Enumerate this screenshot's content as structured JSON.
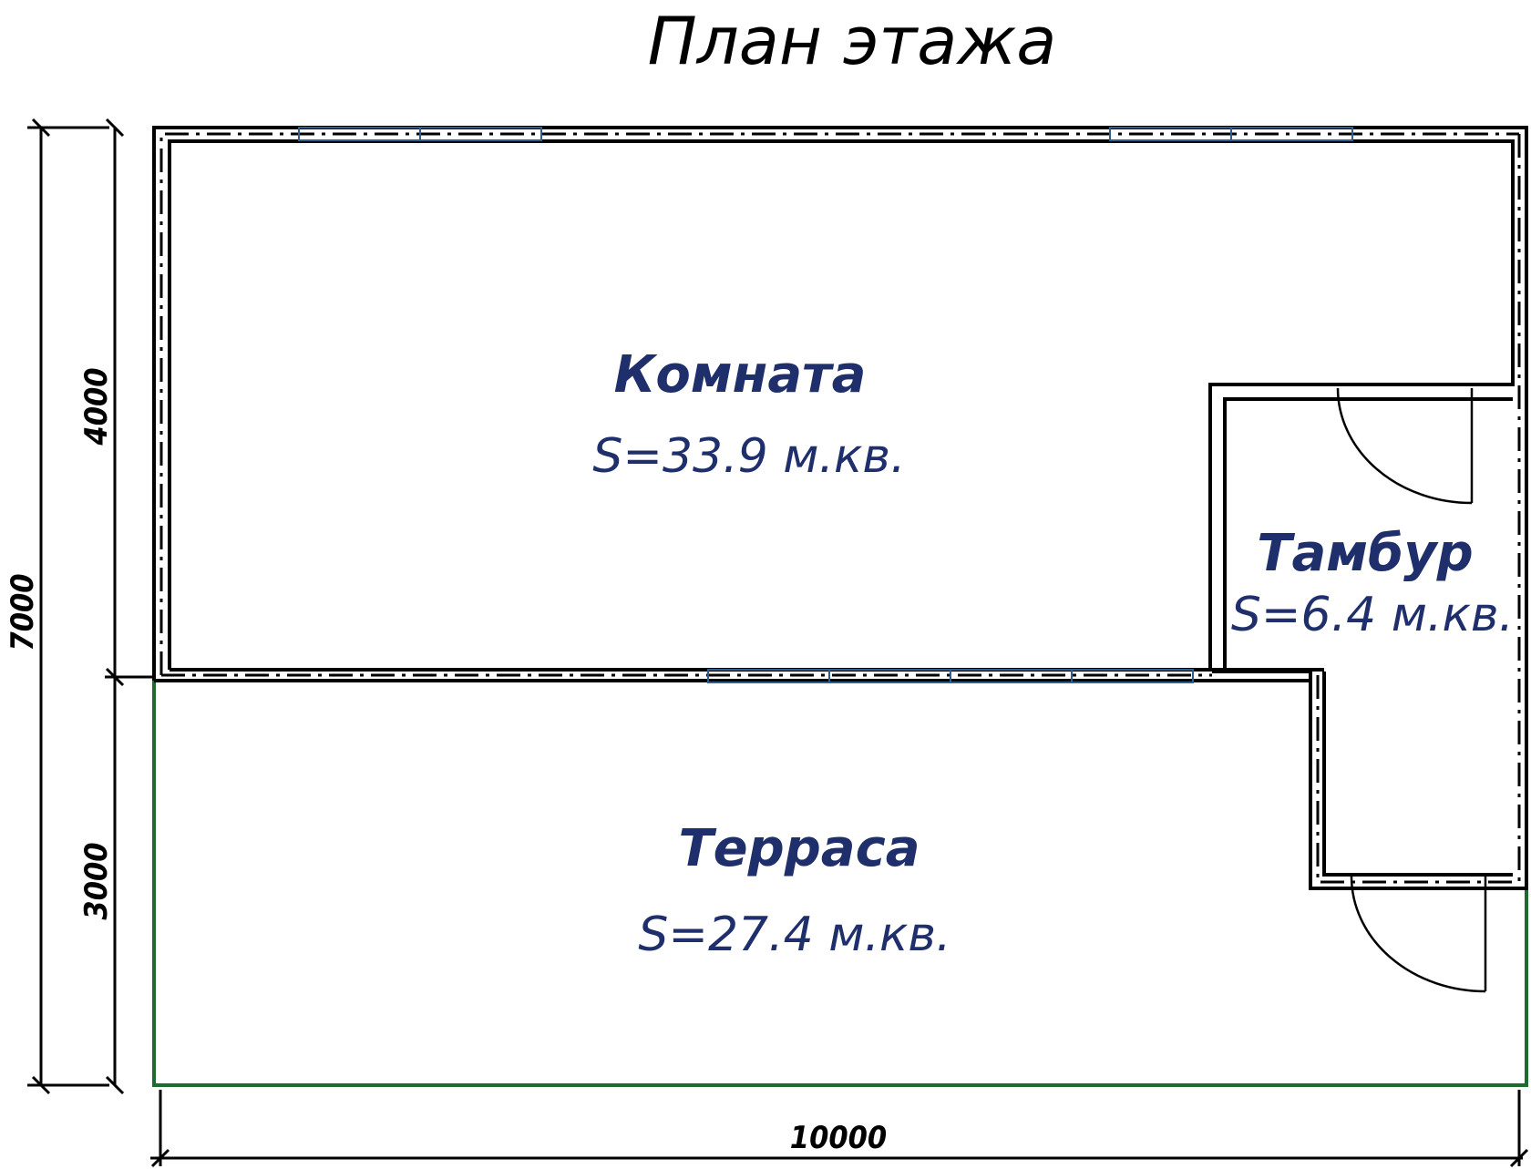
{
  "title": "План этажа",
  "rooms": [
    {
      "id": "room",
      "name": "Комната",
      "area": "S=33.9  м.кв."
    },
    {
      "id": "vestibule",
      "name": "Тамбур",
      "area": "S=6.4  м.кв."
    },
    {
      "id": "terrace",
      "name": "Терраса",
      "area": "S=27.4  м.кв."
    }
  ],
  "dimensions": {
    "total_height": "7000",
    "upper_height": "4000",
    "lower_height": "3000",
    "total_width": "10000"
  },
  "colors": {
    "wall": "#000000",
    "room_label": "#1f2f6b",
    "window": "#2e5f8f",
    "terrace_outline": "#1e6b2e"
  }
}
